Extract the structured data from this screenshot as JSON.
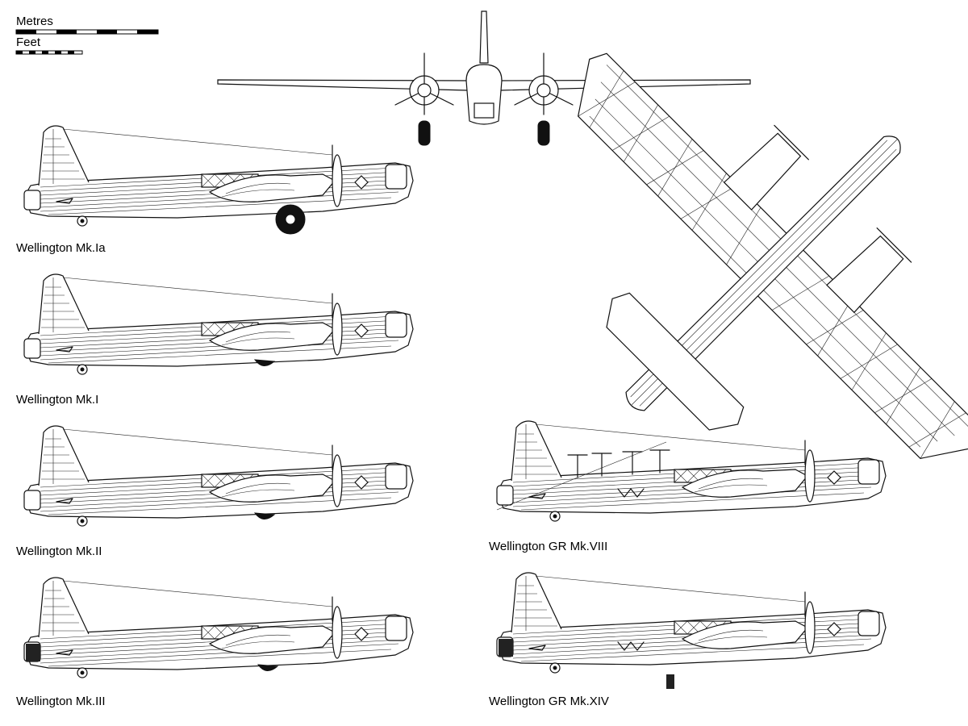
{
  "scale": {
    "metres_label": "Metres",
    "feet_label": "Feet"
  },
  "variants": [
    {
      "label": "Wellington Mk.Ia"
    },
    {
      "label": "Wellington Mk.I"
    },
    {
      "label": "Wellington Mk.II"
    },
    {
      "label": "Wellington Mk.III"
    },
    {
      "label": "Wellington GR Mk.VIII"
    },
    {
      "label": "Wellington GR Mk.XIV"
    }
  ],
  "views": {
    "front": "front-view",
    "plan": "plan-view"
  },
  "colors": {
    "line": "#111111",
    "background": "#ffffff"
  }
}
